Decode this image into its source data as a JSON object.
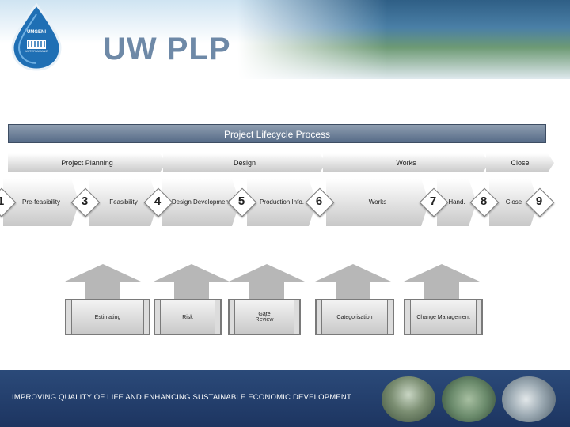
{
  "logo": {
    "name": "UMGENI",
    "tagline": "WATER AMANZI",
    "icon": "water-drop-logo"
  },
  "title": "UW PLP",
  "process_title": "Project Lifecycle Process",
  "stages": [
    "Project Planning",
    "Design",
    "Works",
    "Close"
  ],
  "steps": {
    "pre_feasibility": "Pre-feasibility",
    "feasibility": "Feasibility",
    "design_development": "Design Development",
    "production_info": "Production Info.",
    "works": "Works",
    "hand": "Hand.",
    "close": "Close"
  },
  "gates": [
    "1",
    "3",
    "4",
    "5",
    "6",
    "7",
    "8",
    "9"
  ],
  "supports": [
    "Estimating",
    "Risk",
    "Gate Review",
    "Categorisation",
    "Change Management"
  ],
  "footer": "IMPROVING QUALITY OF LIFE AND ENHANCING SUSTAINABLE ECONOMIC DEVELOPMENT",
  "colors": {
    "title": "#6e89a7",
    "process_bar": "#566b87",
    "footer": "#1d3561",
    "arrow": "#b7b7b7"
  }
}
